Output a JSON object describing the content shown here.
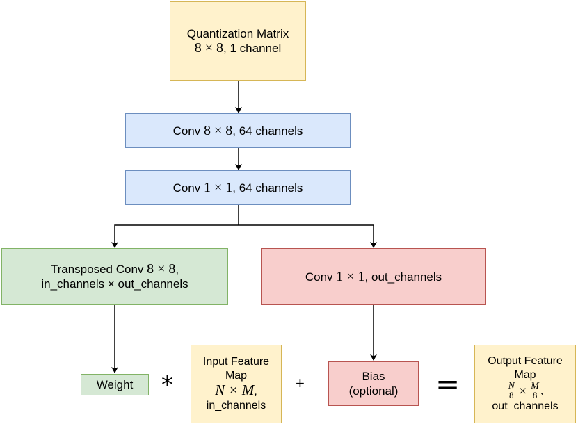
{
  "quant_matrix": {
    "line1": "Quantization Matrix",
    "dims": "8 × 8",
    "suffix": ", 1 channel"
  },
  "conv8": {
    "prefix": "Conv ",
    "dims": "8 × 8",
    "suffix": ", 64 channels"
  },
  "conv1a": {
    "prefix": "Conv ",
    "dims": "1 × 1",
    "suffix": ", 64 channels"
  },
  "transposed": {
    "prefix": "Transposed Conv ",
    "dims": "8 × 8",
    "comma": ",",
    "line2": "in_channels × out_channels"
  },
  "conv1b": {
    "prefix": "Conv ",
    "dims": "1 × 1",
    "suffix": ", out_channels"
  },
  "weight": {
    "label": "Weight"
  },
  "input_fm": {
    "line1": "Input Feature",
    "line2": "Map",
    "dims": "N × M",
    "comma": ",",
    "line4": "in_channels"
  },
  "bias": {
    "line1": "Bias",
    "line2": "(optional)"
  },
  "output_fm": {
    "line1": "Output Feature",
    "line2": "Map",
    "frac1_num": "N",
    "frac1_den": "8",
    "times": "×",
    "frac2_num": "M",
    "frac2_den": "8",
    "comma": ",",
    "line4": "out_channels"
  },
  "operators": {
    "convolve": "*",
    "plus": "+",
    "equals": "="
  }
}
